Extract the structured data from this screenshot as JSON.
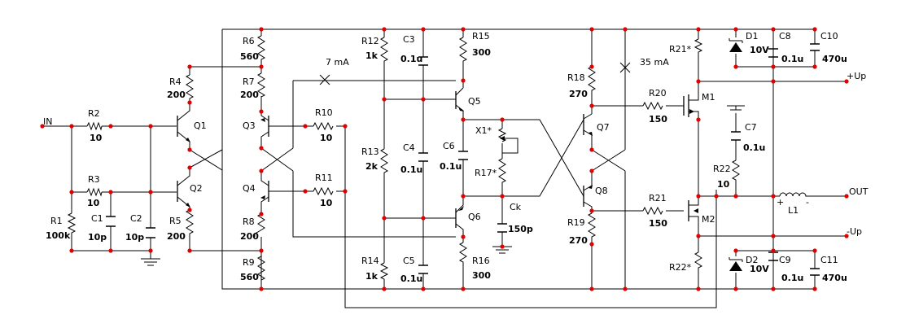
{
  "ports": {
    "in": "IN",
    "out": "OUT",
    "up_plus": "+Up",
    "up_minus": "-Up"
  },
  "currents": {
    "i1": "7 mA",
    "i2": "35 mA"
  },
  "transistors": {
    "q1": "Q1",
    "q2": "Q2",
    "q3": "Q3",
    "q4": "Q4",
    "q5": "Q5",
    "q6": "Q6",
    "q7": "Q7",
    "q8": "Q8",
    "m1": "M1",
    "m2": "M2"
  },
  "resistors": {
    "r1": {
      "name": "R1",
      "value": "100k"
    },
    "r2": {
      "name": "R2",
      "value": "10"
    },
    "r3": {
      "name": "R3",
      "value": "10"
    },
    "r4": {
      "name": "R4",
      "value": "200"
    },
    "r5": {
      "name": "R5",
      "value": "200"
    },
    "r6": {
      "name": "R6",
      "value": "560"
    },
    "r7": {
      "name": "R7",
      "value": "200"
    },
    "r8": {
      "name": "R8",
      "value": "200"
    },
    "r9": {
      "name": "R9",
      "value": "560"
    },
    "r10": {
      "name": "R10",
      "value": "10"
    },
    "r11": {
      "name": "R11",
      "value": "10"
    },
    "r12": {
      "name": "R12",
      "value": "1k"
    },
    "r13": {
      "name": "R13",
      "value": "2k"
    },
    "r14": {
      "name": "R14",
      "value": "1k"
    },
    "r15": {
      "name": "R15",
      "value": "300"
    },
    "r16": {
      "name": "R16",
      "value": "300"
    },
    "r17": {
      "name": "R17*"
    },
    "r18": {
      "name": "R18",
      "value": "270"
    },
    "r19": {
      "name": "R19",
      "value": "270"
    },
    "r20": {
      "name": "R20",
      "value": "150"
    },
    "r21": {
      "name": "R21",
      "value": "150"
    },
    "r21s": {
      "name": "R21*"
    },
    "r22": {
      "name": "R22",
      "value": "10"
    },
    "r22s": {
      "name": "R22*"
    }
  },
  "capacitors": {
    "c1": {
      "name": "C1",
      "value": "10p"
    },
    "c2": {
      "name": "C2",
      "value": "10p"
    },
    "c3": {
      "name": "C3",
      "value": "0.1u"
    },
    "c4": {
      "name": "C4",
      "value": "0.1u"
    },
    "c5": {
      "name": "C5",
      "value": "0.1u"
    },
    "c6": {
      "name": "C6",
      "value": "0.1u"
    },
    "c7": {
      "name": "C7",
      "value": "0.1u"
    },
    "c8": {
      "name": "C8",
      "value": "0.1u"
    },
    "c9": {
      "name": "C9",
      "value": "0.1u"
    },
    "c10": {
      "name": "C10",
      "value": "470u"
    },
    "c11": {
      "name": "C11",
      "value": "470u"
    },
    "ck": {
      "name": "Ck",
      "value": "150p"
    }
  },
  "diodes": {
    "d1": {
      "name": "D1",
      "value": "10V"
    },
    "d2": {
      "name": "D2",
      "value": "10V"
    }
  },
  "others": {
    "x1": "X1*",
    "l1": "L1",
    "plus": "+",
    "minus": "-"
  }
}
